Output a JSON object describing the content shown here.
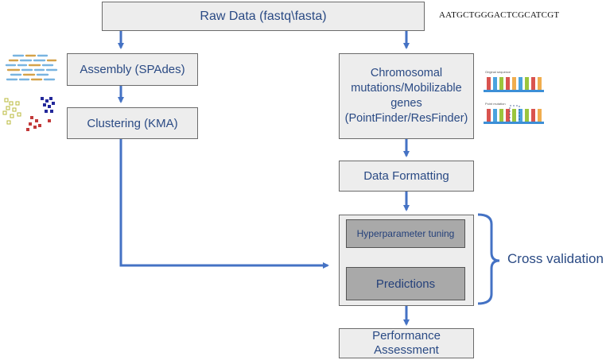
{
  "nodes": {
    "raw_data": "Raw Data (fastq\\fasta)",
    "assembly": "Assembly (SPAdes)",
    "clustering": "Clustering (KMA)",
    "mutations": [
      "Chromosomal",
      "mutations/Mobilizable",
      "genes",
      "(PointFinder/ResFinder)"
    ],
    "data_formatting": "Data Formatting",
    "hyperparameter": "Hyperparameter tuning",
    "predictions": "Predictions",
    "performance": [
      "Performance",
      "Assessment"
    ]
  },
  "sequence_text": "AATGCTGGGACTCGCATCGT",
  "bracket_label": "Cross validation",
  "icon_labels": {
    "original": "Original sequence",
    "point": "Point mutation"
  },
  "colors": {
    "arrow": "#4472c4",
    "box_fill": "#ededed",
    "inner_fill": "#a9a9a9",
    "text": "#2a4a84"
  }
}
